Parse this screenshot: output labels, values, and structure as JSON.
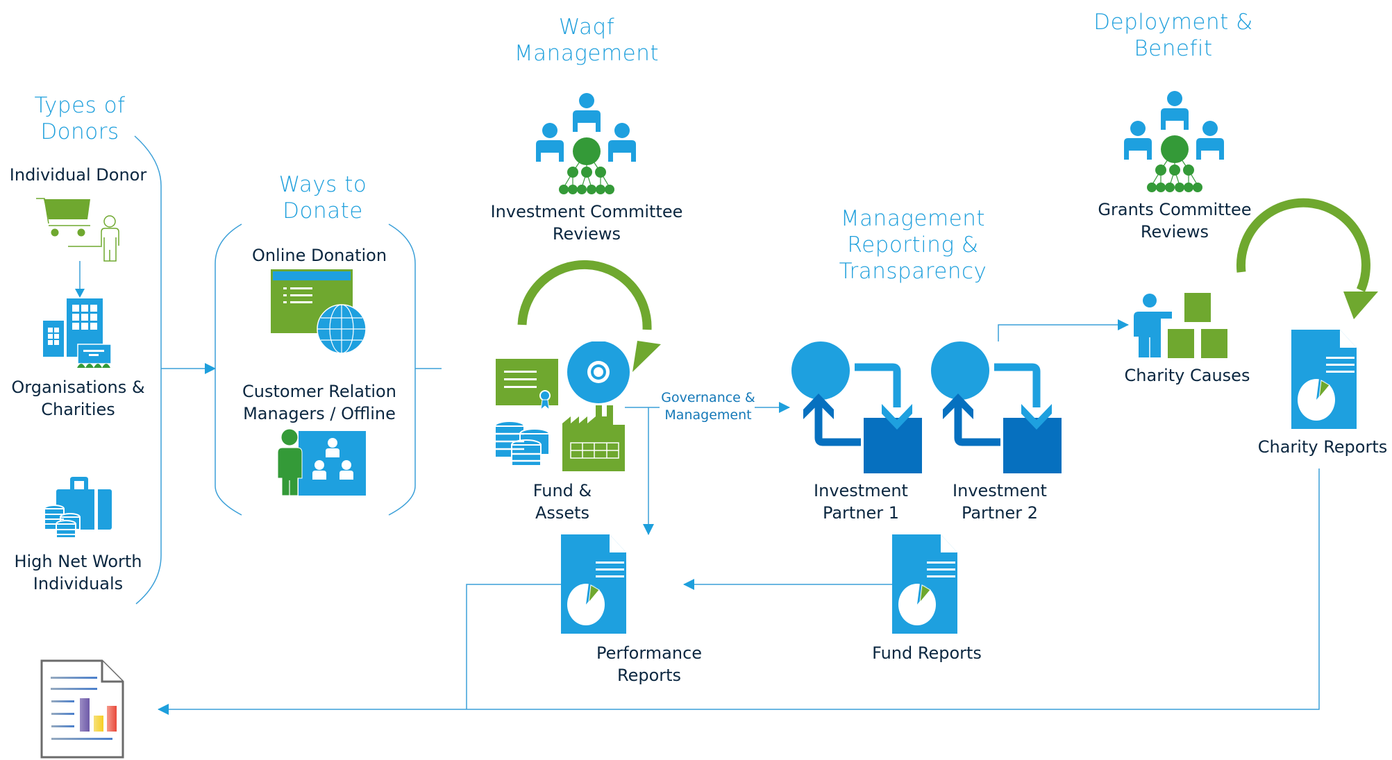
{
  "sections": {
    "types_of_donors": {
      "heading_line1": "Types of",
      "heading_line2": "Donors",
      "items": [
        {
          "label_line1": "Individual Donor",
          "label_line2": "",
          "icon": "shopping-cart-person-icon"
        },
        {
          "label_line1": "Organisations &",
          "label_line2": "Charities",
          "icon": "office-buildings-icon"
        },
        {
          "label_line1": "High Net Worth",
          "label_line2": "Individuals",
          "icon": "briefcase-coins-icon"
        }
      ]
    },
    "ways_to_donate": {
      "heading_line1": "Ways to",
      "heading_line2": "Donate",
      "items": [
        {
          "label_line1": "Online Donation",
          "label_line2": "",
          "icon": "web-page-globe-icon"
        },
        {
          "label_line1": "Customer Relation",
          "label_line2": "Managers / Offline",
          "icon": "presenter-audience-icon"
        }
      ]
    },
    "waqf_management": {
      "heading_line1": "Waqf",
      "heading_line2": "Management",
      "committee": {
        "label_line1": "Investment Committee",
        "label_line2": "Reviews",
        "icon": "committee-org-chart-icon"
      },
      "assets": {
        "label_line1": "Fund &",
        "label_line2": "Assets",
        "icon": "certificate-disc-coins-factory-icon"
      },
      "connector_label_line1": "Governance &",
      "connector_label_line2": "Management"
    },
    "management_reporting": {
      "heading_line1": "Management",
      "heading_line2": "Reporting &",
      "heading_line3": "Transparency",
      "partners": [
        {
          "label_line1": "Investment",
          "label_line2": "Partner 1",
          "icon": "process-cycle-icon"
        },
        {
          "label_line1": "Investment",
          "label_line2": "Partner 2",
          "icon": "process-cycle-icon"
        }
      ]
    },
    "deployment_benefit": {
      "heading_line1": "Deployment &",
      "heading_line2": "Benefit",
      "committee": {
        "label_line1": "Grants Committee",
        "label_line2": "Reviews",
        "icon": "committee-org-chart-icon"
      },
      "causes": {
        "label": "Charity Causes",
        "icon": "person-boxes-icon"
      },
      "reports": {
        "label": "Charity Reports",
        "icon": "pie-chart-report-icon"
      }
    },
    "reports": {
      "performance": {
        "label_line1": "Performance",
        "label_line2": "Reports",
        "icon": "pie-chart-report-icon"
      },
      "fund": {
        "label": "Fund Reports",
        "icon": "pie-chart-report-icon"
      },
      "final": {
        "icon": "bar-chart-document-icon"
      }
    }
  },
  "colors": {
    "heading_blue": "#1e9fdc",
    "icon_blue": "#1ea0df",
    "dark_blue": "#0670bf",
    "green": "#6fa82f",
    "dark_green": "#349a38",
    "text_dark": "#0b2740",
    "line_blue": "#3a9fd8"
  }
}
